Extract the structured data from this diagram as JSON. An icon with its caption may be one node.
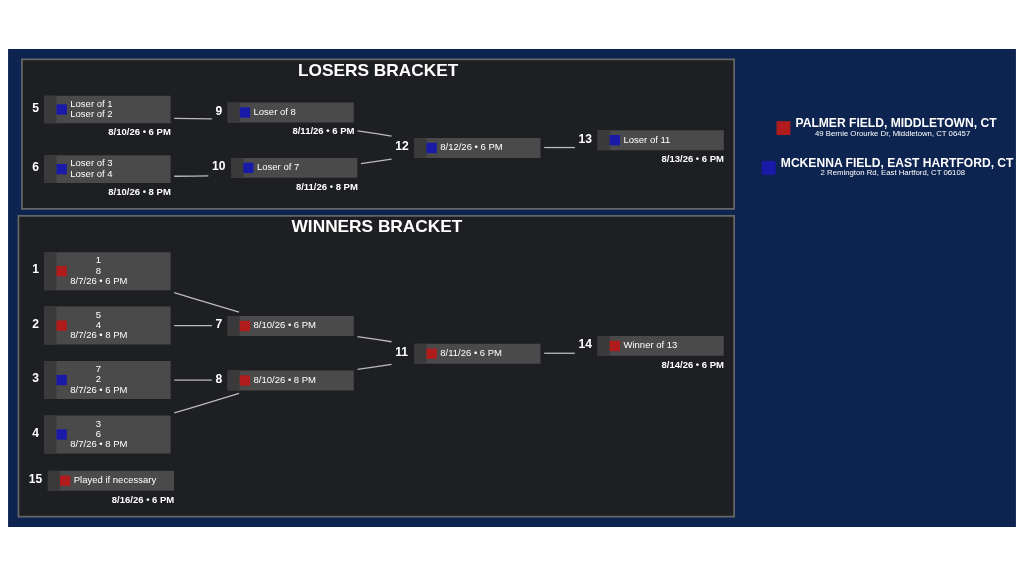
{
  "diagram": {
    "nodes": [
      {
        "text": [
          "WINNERS BRACKET"
        ]
      },
      {
        "text": [
          "1",
          "8",
          "8/7/26 • 6 PM"
        ],
        "beside": [
          "1"
        ],
        "in": 0
      },
      {
        "text": [
          "5",
          "4",
          "8/7/26 • 8 PM"
        ],
        "beside": [
          "2"
        ],
        "in": 0
      },
      {
        "text": [
          "7",
          "2",
          "8/7/26 • 6 PM"
        ],
        "beside": [
          "3"
        ],
        "in": 0
      },
      {
        "text": [
          "3",
          "6",
          "8/7/26 • 8 PM"
        ],
        "beside": [
          "4"
        ],
        "in": 0
      },
      {
        "text": [
          "8/10/26 • 6 PM"
        ],
        "beside": [
          "7"
        ],
        "in": 0
      },
      {
        "text": [
          "8/10/26 • 8 PM"
        ],
        "beside": [
          "8"
        ],
        "in": 0
      },
      {
        "text": [
          "8/11/26 • 6 PM"
        ],
        "beside": [
          "11"
        ],
        "in": 0
      },
      {
        "text": [
          "Winner of 13"
        ],
        "beside": [
          "14",
          "8/14/26 • 6 PM"
        ],
        "in": 0
      },
      {
        "text": [
          "Played if necessary"
        ],
        "beside": [
          "15",
          "8/16/26 • 6 PM"
        ],
        "in": 0
      },
      {
        "text": [
          "LOSERS BRACKET"
        ]
      },
      {
        "text": [
          "Loser of 1",
          "Loser of 2"
        ],
        "beside": [
          "5",
          "8/10/26 • 6 PM"
        ],
        "in": 10
      },
      {
        "text": [
          "Loser of 3",
          "Loser of 4"
        ],
        "beside": [
          "6",
          "8/10/26 • 8 PM"
        ],
        "in": 10
      },
      {
        "text": [
          "Loser of 8"
        ],
        "beside": [
          "9",
          "8/11/26 • 6 PM"
        ],
        "in": 10
      },
      {
        "text": [
          "Loser of 7"
        ],
        "beside": [
          "10",
          "8/11/26 • 8 PM"
        ],
        "in": 10
      },
      {
        "text": [
          "8/12/26 • 6 PM"
        ],
        "beside": [
          "12"
        ],
        "in": 10
      },
      {
        "text": [
          "Loser of 11"
        ],
        "beside": [
          "13",
          "8/13/26 • 6 PM"
        ],
        "in": 10
      }
    ],
    "edges": [
      {
        "from": 1,
        "to": 5,
        "arrow": "none"
      },
      {
        "from": 2,
        "to": 5,
        "arrow": "none"
      },
      {
        "from": 3,
        "to": 6,
        "arrow": "none"
      },
      {
        "from": 4,
        "to": 6,
        "arrow": "none"
      },
      {
        "from": 5,
        "to": 7,
        "arrow": "none"
      },
      {
        "from": 6,
        "to": 7,
        "arrow": "none"
      },
      {
        "from": 7,
        "to": 8,
        "arrow": "none"
      },
      {
        "from": 11,
        "to": 13,
        "arrow": "none"
      },
      {
        "from": 12,
        "to": 14,
        "arrow": "none"
      },
      {
        "from": 13,
        "to": 15,
        "arrow": "none"
      },
      {
        "from": 14,
        "to": 15,
        "arrow": "none"
      },
      {
        "from": 15,
        "to": 16,
        "arrow": "none"
      }
    ],
    "labels": [
      "49 Bernie Orourke Dr, Middletown, CT 06457",
      "2 Remington Rd, East Hartford, CT 06108"
    ],
    "legend": [
      {
        "text": "PALMER FIELD, MIDDLETOWN, CT",
        "color": "#b01c1c"
      },
      {
        "text": "MCKENNA FIELD, EAST HARTFORD, CT",
        "color": "#1a1aa8"
      }
    ]
  }
}
